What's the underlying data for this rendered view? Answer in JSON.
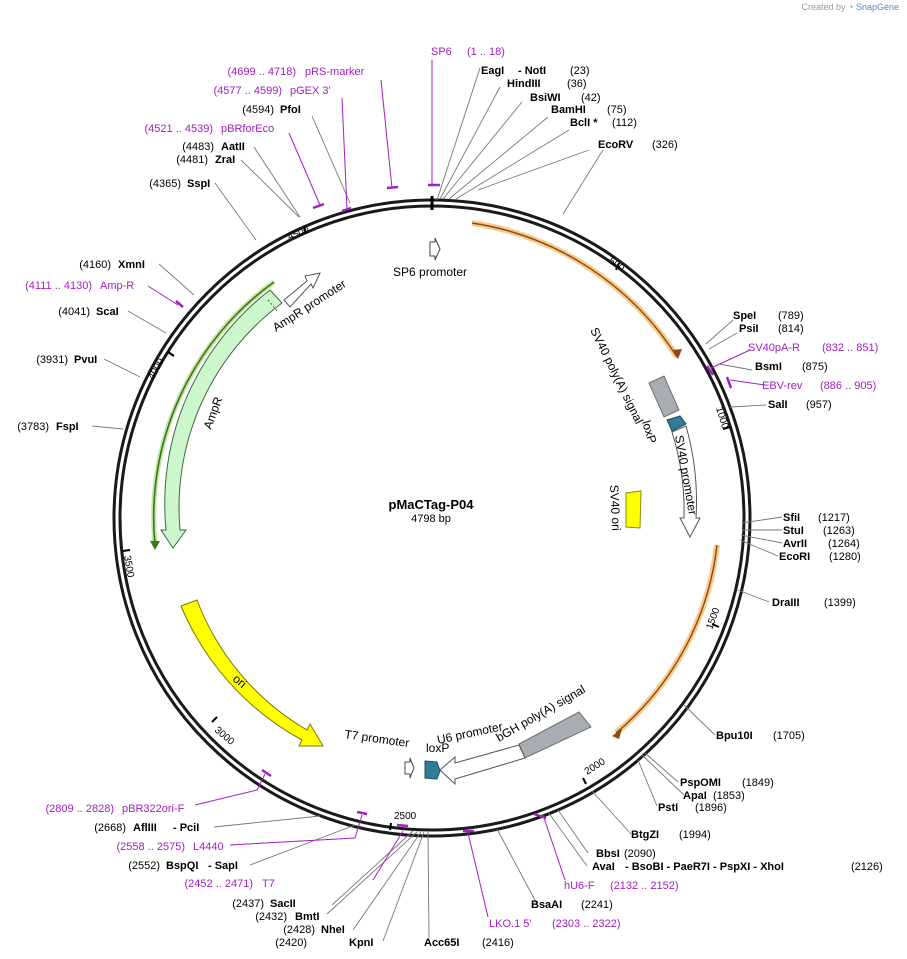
{
  "header": {
    "credit_prefix": "Created by",
    "credit_brand": "SnapGene"
  },
  "plasmid": {
    "name": "pMaCTag-P04",
    "size_label": "4798 bp",
    "length": 4798
  },
  "ticks": [
    "500",
    "1000",
    "1500",
    "2000",
    "2500",
    "3000",
    "3500",
    "4000",
    "4500"
  ],
  "sites": [
    {
      "name": "EagI",
      "extra": "- NotI",
      "pos": "(23)"
    },
    {
      "name": "HindIII",
      "extra": "",
      "pos": "(36)"
    },
    {
      "name": "BsiWI",
      "extra": "",
      "pos": "(42)"
    },
    {
      "name": "BamHI",
      "extra": "",
      "pos": "(75)"
    },
    {
      "name": "BclI *",
      "extra": "",
      "pos": "(112)"
    },
    {
      "name": "EcoRV",
      "extra": "",
      "pos": "(326)"
    },
    {
      "name": "SpeI",
      "extra": "",
      "pos": "(789)"
    },
    {
      "name": "PsiI",
      "extra": "",
      "pos": "(814)"
    },
    {
      "name": "BsmI",
      "extra": "",
      "pos": "(875)"
    },
    {
      "name": "SalI",
      "extra": "",
      "pos": "(957)"
    },
    {
      "name": "SfiI",
      "extra": "",
      "pos": "(1217)"
    },
    {
      "name": "StuI",
      "extra": "",
      "pos": "(1263)"
    },
    {
      "name": "AvrII",
      "extra": "",
      "pos": "(1264)"
    },
    {
      "name": "EcoRI",
      "extra": "",
      "pos": "(1280)"
    },
    {
      "name": "DraIII",
      "extra": "",
      "pos": "(1399)"
    },
    {
      "name": "Bpu10I",
      "extra": "",
      "pos": "(1705)"
    },
    {
      "name": "PspOMI",
      "extra": "",
      "pos": "(1849)"
    },
    {
      "name": "ApaI",
      "extra": "",
      "pos": "(1853)"
    },
    {
      "name": "PstI",
      "extra": "",
      "pos": "(1896)"
    },
    {
      "name": "BtgZI",
      "extra": "",
      "pos": "(1994)"
    },
    {
      "name": "BbsI",
      "extra": "",
      "pos": "(2090)"
    },
    {
      "name": "AvaI",
      "extra": "- BsoBI - PaeR7I - PspXI - XhoI",
      "pos": "(2126)"
    },
    {
      "name": "BsaAI",
      "extra": "",
      "pos": "(2241)"
    },
    {
      "name": "Acc65I",
      "extra": "",
      "pos": "(2416)"
    },
    {
      "name": "KpnI",
      "extra": "",
      "pos": "(2420)"
    },
    {
      "name": "NheI",
      "extra": "",
      "pos": "(2428)"
    },
    {
      "name": "BmtI",
      "extra": "",
      "pos": "(2432)"
    },
    {
      "name": "SacII",
      "extra": "",
      "pos": "(2437)"
    },
    {
      "name": "BspQI",
      "extra": "- SapI",
      "pos": "(2552)"
    },
    {
      "name": "AflIII",
      "extra": "- PciI",
      "pos": "(2668)"
    },
    {
      "name": "FspI",
      "extra": "",
      "pos": "(3783)"
    },
    {
      "name": "PvuI",
      "extra": "",
      "pos": "(3931)"
    },
    {
      "name": "ScaI",
      "extra": "",
      "pos": "(4041)"
    },
    {
      "name": "XmnI",
      "extra": "",
      "pos": "(4160)"
    },
    {
      "name": "SspI",
      "extra": "",
      "pos": "(4365)"
    },
    {
      "name": "ZraI",
      "extra": "",
      "pos": "(4481)"
    },
    {
      "name": "AatII",
      "extra": "",
      "pos": "(4483)"
    },
    {
      "name": "PfoI",
      "extra": "",
      "pos": "(4594)"
    }
  ],
  "primers": [
    {
      "name": "SP6",
      "range": "(1 .. 18)"
    },
    {
      "name": "SV40pA-R",
      "range": "(832 .. 851)"
    },
    {
      "name": "EBV-rev",
      "range": "(886 .. 905)"
    },
    {
      "name": "hU6-F",
      "range": "(2132 .. 2152)"
    },
    {
      "name": "LKO.1 5'",
      "range": "(2303 .. 2322)"
    },
    {
      "name": "T7",
      "range": "(2452 .. 2471)"
    },
    {
      "name": "L4440",
      "range": "(2558 .. 2575)"
    },
    {
      "name": "pBR322ori-F",
      "range": "(2809 .. 2828)"
    },
    {
      "name": "Amp-R",
      "range": "(4111 .. 4130)"
    },
    {
      "name": "pBRforEco",
      "range": "(4521 .. 4539)"
    },
    {
      "name": "pGEX 3'",
      "range": "(4577 .. 4599)"
    },
    {
      "name": "pRS-marker",
      "range": "(4699 .. 4718)"
    }
  ],
  "features": {
    "sp6_promoter": "SP6 promoter",
    "sv40_polya": "SV40 poly(A) signal",
    "loxp_a": "loxP",
    "sv40_promoter": "SV40 promoter",
    "sv40_ori": "SV40 ori",
    "bgh_polya": "bGH poly(A) signal",
    "u6_promoter": "U6 promoter",
    "loxp_b": "loxP",
    "t7_promoter": "T7 promoter",
    "ori": "ori",
    "ampr": "AmpR",
    "ampr_promoter": "AmpR promoter"
  },
  "colors": {
    "backbone": "#1a1a1a",
    "primer": "#a020c0",
    "orange_arc": "#f0a030",
    "green_arc": "#3a7a10",
    "yellow": "#ffff00",
    "grey": "#a9adb3",
    "teal": "#2f7e96",
    "light_green": "#ccf7cc"
  }
}
